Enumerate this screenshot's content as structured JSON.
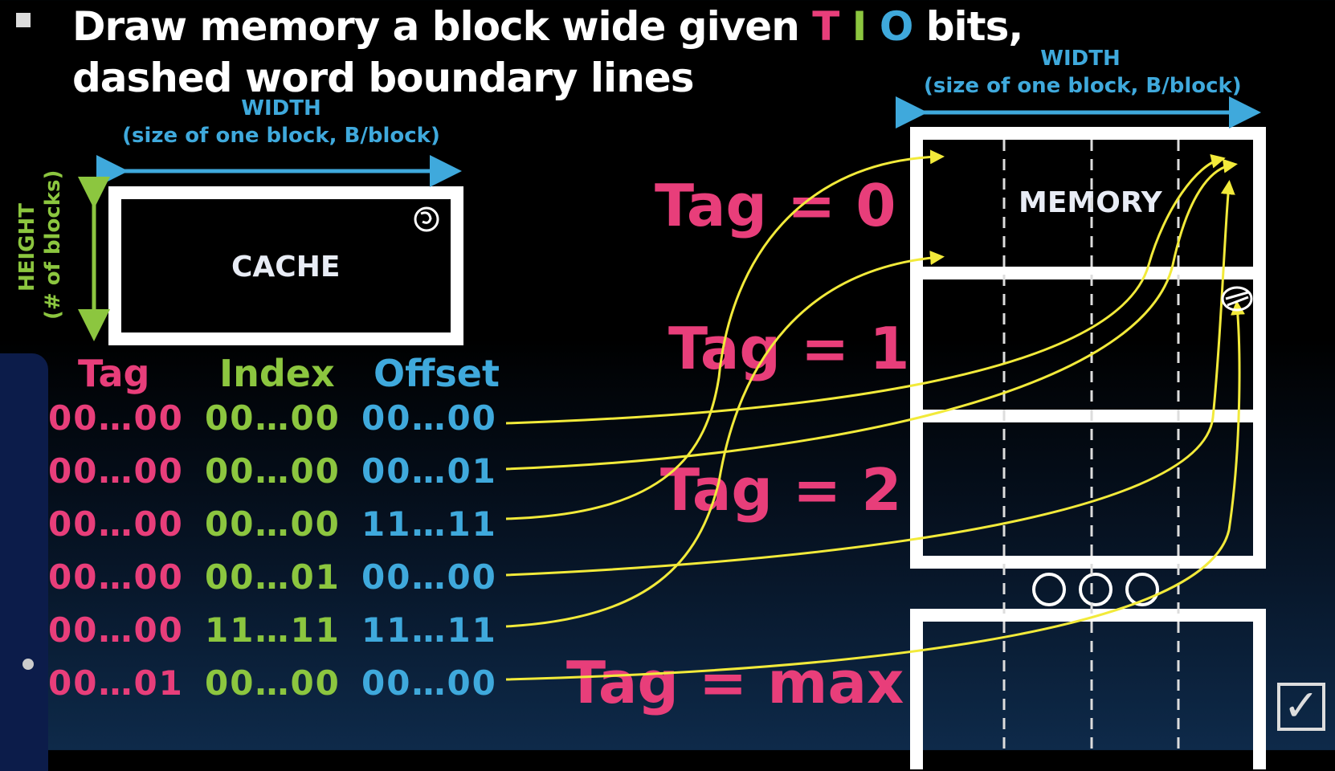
{
  "title": {
    "bullet_icon": "square-bullet",
    "line1_prefix": "Draw memory a block wide given",
    "T": "T",
    "I": "I",
    "O": "O",
    "line1_suffix": "bits,",
    "line2": "dashed word boundary lines"
  },
  "cache": {
    "width_label": "WIDTH",
    "width_sub": "(size of one block, B/block)",
    "height_label": "HEIGHT",
    "height_sub": "(# of blocks)",
    "label": "CACHE"
  },
  "columns": {
    "tag": "Tag",
    "index": "Index",
    "offset": "Offset"
  },
  "rows": [
    {
      "tag": "00…00",
      "index": "00…00",
      "offset": "00…00"
    },
    {
      "tag": "00…00",
      "index": "00…00",
      "offset": "00…01"
    },
    {
      "tag": "00…00",
      "index": "00…00",
      "offset": "11…11"
    },
    {
      "tag": "00…00",
      "index": "00…01",
      "offset": "00…00"
    },
    {
      "tag": "00…00",
      "index": "11…11",
      "offset": "11…11"
    },
    {
      "tag": "00…01",
      "index": "00…00",
      "offset": "00…00"
    }
  ],
  "memory": {
    "width_label": "WIDTH",
    "width_sub": "(size of one block, B/block)",
    "label": "MEMORY"
  },
  "tags": [
    "Tag = 0",
    "Tag = 1",
    "Tag = 2",
    "Tag = max"
  ],
  "colors": {
    "tag": "#e83e7a",
    "index": "#8cc63f",
    "offset": "#3fa9dc",
    "arrow": "#f2ea3a"
  },
  "icons": {
    "checkbox": "checkbox-checked-icon"
  }
}
